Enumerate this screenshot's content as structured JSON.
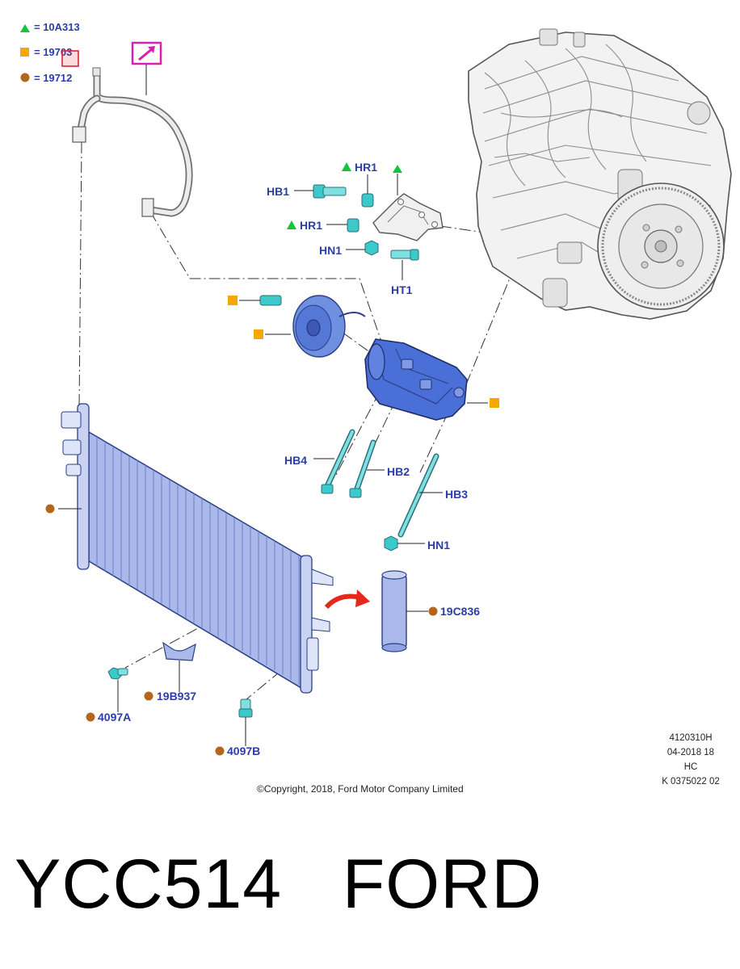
{
  "legend": [
    {
      "symbol": "triangle",
      "color": "#12c53a",
      "text": "= 10A313"
    },
    {
      "symbol": "square",
      "color": "#f7a800",
      "text": "= 19703"
    },
    {
      "symbol": "circle",
      "color": "#b5651d",
      "text": "= 19712"
    }
  ],
  "labels": {
    "hb1": "HB1",
    "hr1_top": "HR1",
    "hr1_mid": "HR1",
    "hn1_top": "HN1",
    "ht1": "HT1",
    "hb4": "HB4",
    "hb2": "HB2",
    "hb3": "HB3",
    "hn1_bottom": "HN1",
    "p19c836": "19C836",
    "p19b937": "19B937",
    "p4097a": "4097A",
    "p4097b": "4097B"
  },
  "info": {
    "line1": "4120310H",
    "line2": "04-2018 18",
    "line3": "HC",
    "line4": "K 0375022 02"
  },
  "copyright": "©Copyright, 2018, Ford Motor Company Limited",
  "footer_title": "YCC514   FORD",
  "colors": {
    "label": "#2b3ea8",
    "triangle": "#12c53a",
    "square": "#f7a800",
    "circle": "#b5651d",
    "part_blue": "#4a6fd6",
    "fastener_teal": "#3cc9c9",
    "arrow_red": "#e32a1a",
    "reference_magenta": "#d81fb0"
  }
}
